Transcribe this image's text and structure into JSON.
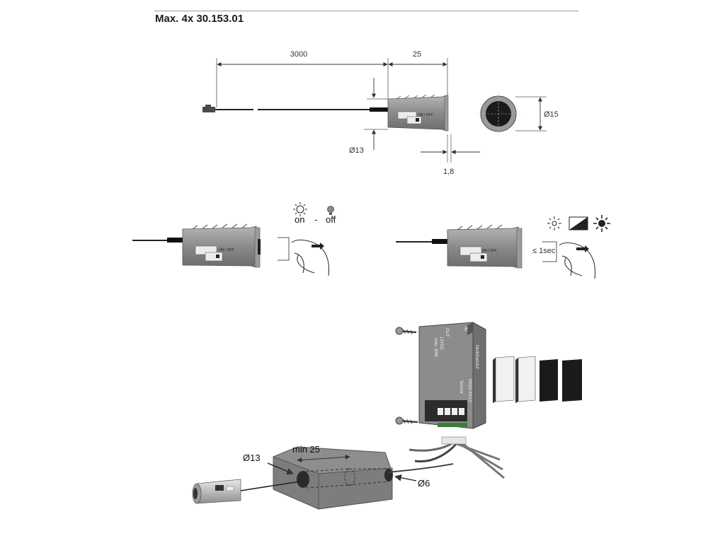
{
  "header": {
    "title": "Max. 4x  30.153.01"
  },
  "dimensions": {
    "cable_length": "3000",
    "body_length": "25",
    "body_diameter": "Ø13",
    "bezel_diameter": "Ø15",
    "bezel_thickness": "1,8"
  },
  "device": {
    "switch_label": "ON / OFF"
  },
  "mode_on_off": {
    "on_label": "on",
    "separator": "-",
    "off_label": "off"
  },
  "mode_dimmer": {
    "press_label": "≤ 1sec"
  },
  "controller": {
    "brand": "MultiSwitch2",
    "model": "MS02-NV12",
    "voltage": "12VDC",
    "power": "max. 30W",
    "in_label": "IN",
    "out_label": "OUT",
    "sensor_label": "Sensor"
  },
  "installation": {
    "hole_diameter": "Ø13",
    "min_depth": "min 25",
    "cable_hole": "Ø6"
  },
  "colors": {
    "body": "#8a8a8a",
    "line": "#333333"
  }
}
